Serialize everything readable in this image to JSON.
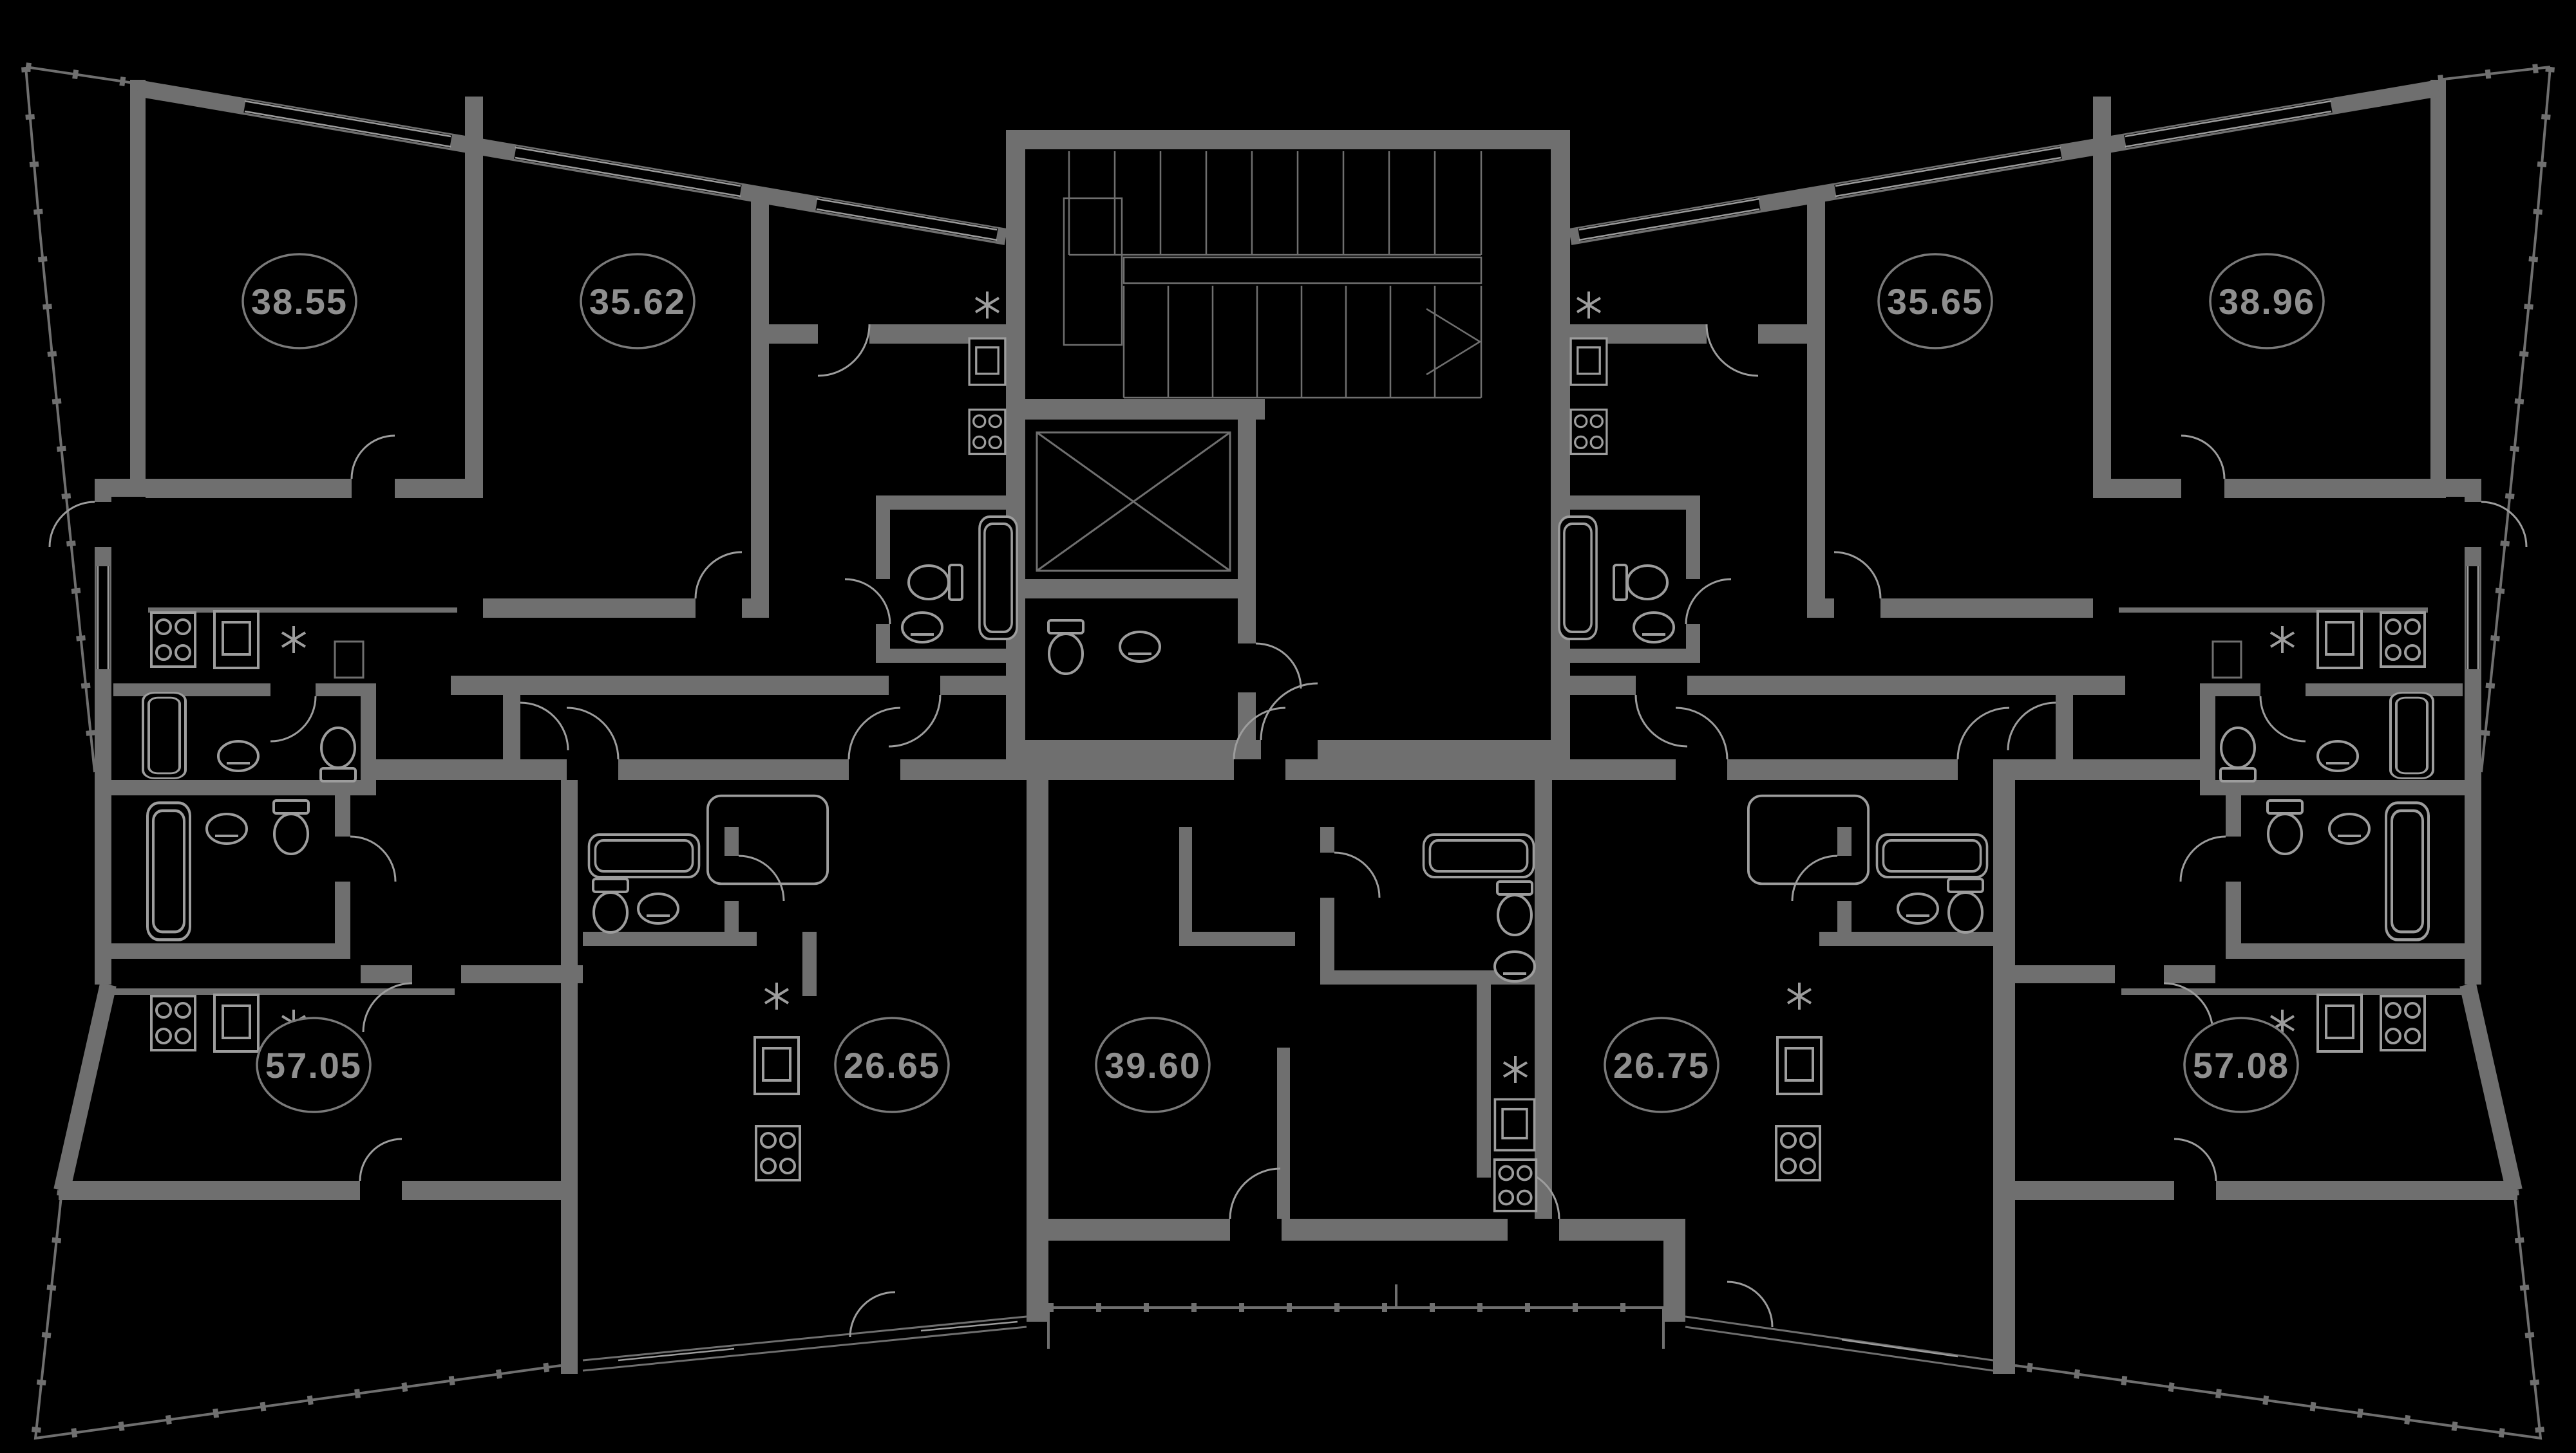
{
  "plan": {
    "type": "residential-floor-plan",
    "colors": {
      "background": "#000000",
      "wall": "#6f6f6f",
      "fixture": "#9d9d9d",
      "circle": "#7a7a7a",
      "label_text": "#8f8f8f"
    },
    "apartments": [
      {
        "area": "38.55",
        "position": "top-left"
      },
      {
        "area": "35.62",
        "position": "top-center-left"
      },
      {
        "area": "35.65",
        "position": "top-center-right"
      },
      {
        "area": "38.96",
        "position": "top-right"
      },
      {
        "area": "57.05",
        "position": "bottom-left"
      },
      {
        "area": "26.65",
        "position": "bottom-center-left"
      },
      {
        "area": "39.60",
        "position": "bottom-center"
      },
      {
        "area": "26.75",
        "position": "bottom-center-right"
      },
      {
        "area": "57.08",
        "position": "bottom-right"
      }
    ],
    "icons": {
      "water_heater": "asterisk-star",
      "stove": "4-burner-cooktop",
      "elevator": "crossed-box",
      "stairs": "tread-grid-with-arrow"
    }
  }
}
